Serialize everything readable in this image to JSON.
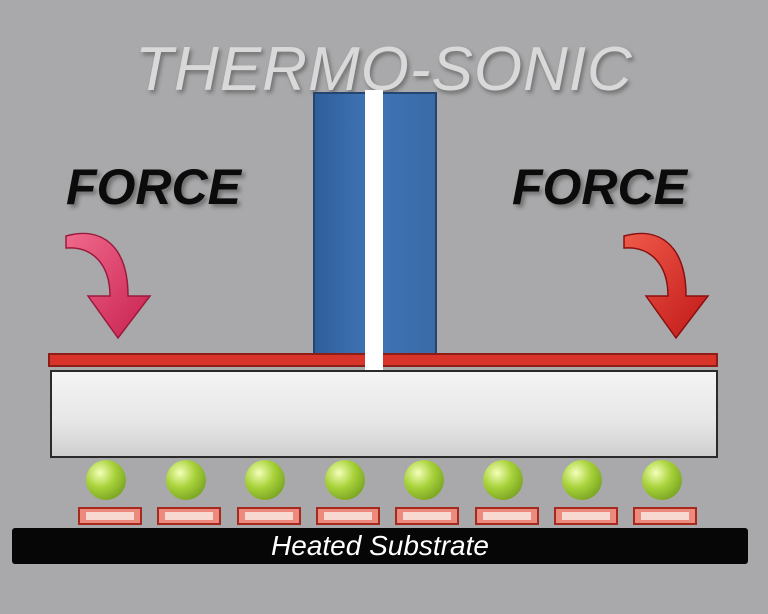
{
  "title": "THERMO-SONIC",
  "labels": {
    "force_left": "FORCE",
    "force_right": "FORCE",
    "substrate": "Heated Substrate"
  },
  "colors": {
    "background": "#a9a9ab",
    "tool": "#3a6ba8",
    "wire": "#ffffff",
    "red_layer": "#d9342a",
    "chip": "#e6e6e6",
    "solder_ball": "#a8d23a",
    "pad": "#ec8a7e",
    "substrate": "#060606",
    "arrow_left": "#d8305c",
    "arrow_right": "#d8282a"
  },
  "icons": {
    "left_arrow": "curved-down-arrow-icon",
    "right_arrow": "curved-down-arrow-icon"
  },
  "components": {
    "solder_balls": 8,
    "pads": 8
  }
}
